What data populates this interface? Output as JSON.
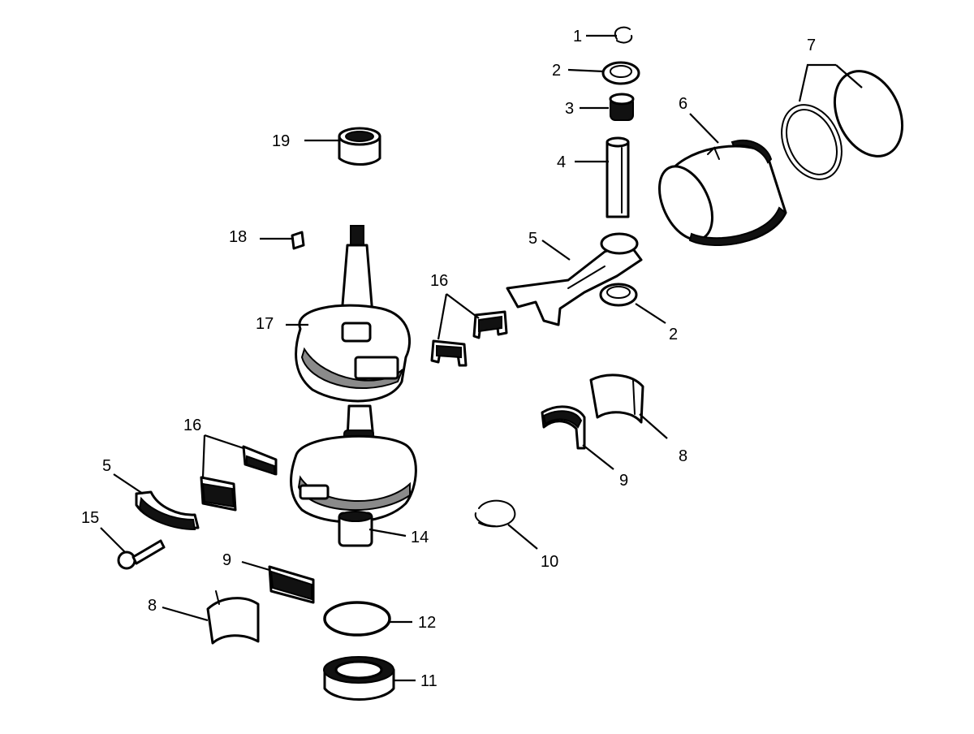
{
  "callouts": {
    "c1": "1",
    "c2a": "2",
    "c2b": "2",
    "c3": "3",
    "c4": "4",
    "c5a": "5",
    "c5b": "5",
    "c6": "6",
    "c7": "7",
    "c8a": "8",
    "c8b": "8",
    "c9a": "9",
    "c9b": "9",
    "c10": "10",
    "c11": "11",
    "c12": "12",
    "c14": "14",
    "c15": "15",
    "c16a": "16",
    "c16b": "16",
    "c17": "17",
    "c18": "18",
    "c19": "19"
  }
}
